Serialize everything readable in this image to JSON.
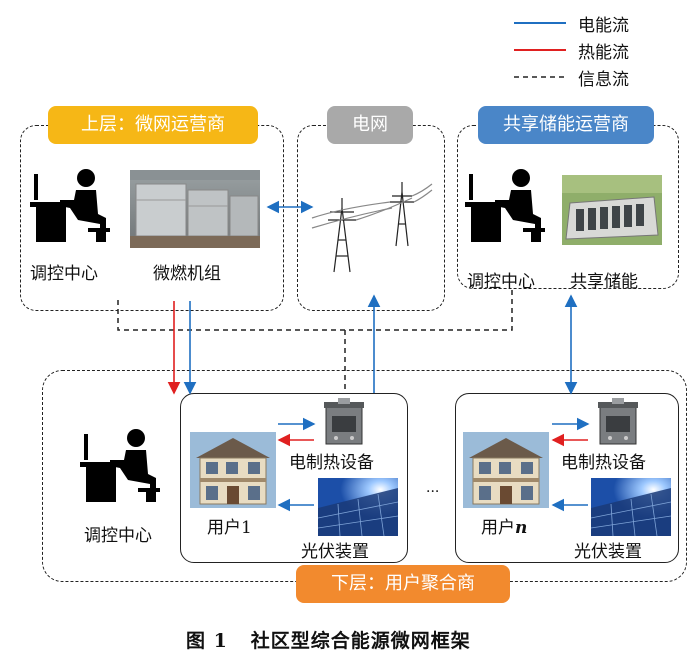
{
  "legend": {
    "items": [
      {
        "label": "电能流",
        "color": "#1f6fc1",
        "style": "solid"
      },
      {
        "label": "热能流",
        "color": "#e02020",
        "style": "solid"
      },
      {
        "label": "信息流",
        "color": "#222222",
        "style": "dashed"
      }
    ]
  },
  "upper": {
    "microgrid_title": "上层：微网运营商",
    "grid_title": "电网",
    "storage_title": "共享储能运营商",
    "control_center": "调控中心",
    "micro_turbine": "微燃机组",
    "storage_control_center": "调控中心",
    "shared_storage": "共享储能"
  },
  "lower": {
    "title": "下层：用户聚合商",
    "control_center": "调控中心",
    "user1": {
      "prefix": "用户",
      "index": "1",
      "heater": "电制热设备",
      "pv": "光伏装置"
    },
    "usern": {
      "prefix": "用户",
      "index": "n",
      "heater": "电制热设备",
      "pv": "光伏装置"
    },
    "ellipsis": "···"
  },
  "colors": {
    "microgrid_tag": "#f6b716",
    "grid_tag": "#a9a9a9",
    "storage_tag": "#4a86c8",
    "aggregator_tag": "#f28a2e",
    "electric": "#1f6fc1",
    "heat": "#e02020"
  },
  "caption": {
    "figure_no": "图 1",
    "text": "社区型综合能源微网框架"
  }
}
